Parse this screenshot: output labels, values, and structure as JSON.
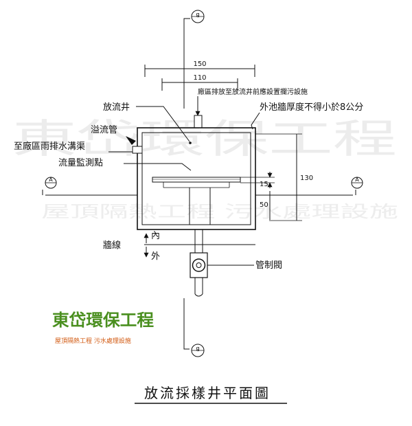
{
  "watermark": {
    "line1": "東岱環保工程",
    "line2": "屋頂隔熱工程 污水處理設施"
  },
  "labels": {
    "outfall_well": "放流井",
    "note_top": "廠區排放至放流井前應設置攔污設施",
    "wall_thickness": "外池牆厚度不得小於8公分",
    "overflow_pipe": "溢流管",
    "to_drain": "至廠區雨排水溝渠",
    "flow_monitor": "流量監測點",
    "wall_line": "牆線",
    "inside": "內",
    "outside": "外",
    "valve": "管制閥"
  },
  "dimensions": {
    "d150": "150",
    "d110": "110",
    "d130": "130",
    "d15": "15",
    "d50": "50"
  },
  "section_markers": {
    "a_left": "A",
    "a_right": "A",
    "b_top": "B",
    "b_bottom": "B"
  },
  "brand": {
    "name": "東岱環保工程",
    "subtitle": "屋頂隔熱工程 污水處理設施"
  },
  "title": "放流採樣井平面圖"
}
